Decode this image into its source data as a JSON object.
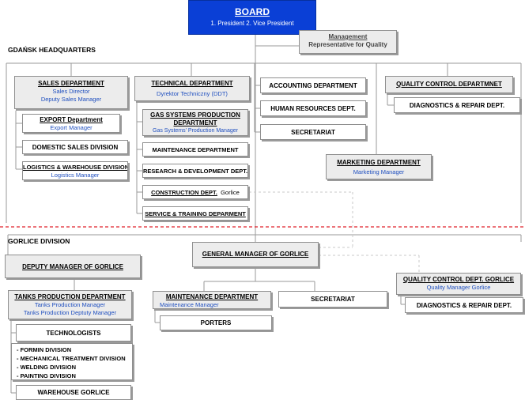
{
  "board": {
    "title": "BOARD",
    "members": "1. President    2. Vice President"
  },
  "management_rep": {
    "line1": "Management",
    "line2": "Representative for Quality"
  },
  "gdansk": {
    "heading": "GDAŃSK HEADQUARTERS",
    "sales": {
      "title": "SALES DEPARTMENT",
      "sub1": "Sales Director",
      "sub2": "Deputy Sales Manager"
    },
    "export": {
      "title": "EXPORT Department",
      "sub": "Export Manager"
    },
    "domestic": {
      "title": "DOMESTIC SALES DIVISION"
    },
    "logistics": {
      "title": "LOGISTICS & WAREHOUSE DIVISION",
      "sub": "Logistics Manager"
    },
    "technical": {
      "title": "TECHNICAL DEPARTMENT",
      "sub": "Dyrektor Techniczny (DDT)"
    },
    "gas": {
      "title1": "GAS SYSTEMS PRODUCTION",
      "title2": "DEPARTMENT",
      "sub": "Gas Systems' Production Manager"
    },
    "maintenance": {
      "title": "MAINTENANCE DEPARTMENT"
    },
    "research": {
      "title": "RESEARCH & DEVELOPMENT DEPT."
    },
    "construction": {
      "title": "CONSTRUCTION DEPT.",
      "suffix": "Gorlice"
    },
    "service": {
      "title": "SERVICE & TRAINING DEPARMENT"
    },
    "accounting": {
      "title": "ACCOUNTING DEPARTMENT"
    },
    "hr": {
      "title": "HUMAN RESOURCES DEPT."
    },
    "secretariat": {
      "title": "SECRETARIAT"
    },
    "quality": {
      "title": "QUALITY CONTROL DEPARTMNET"
    },
    "diagnostics": {
      "title": "DIAGNOSTICS & REPAIR DEPT."
    },
    "marketing": {
      "title": "MARKETING DEPARTMENT",
      "sub": "Marketing Manager"
    }
  },
  "gorlice": {
    "heading": "GORLICE DIVISION",
    "deputy": {
      "title": "DEPUTY MANAGER OF GORLICE"
    },
    "general": {
      "title": "GENERAL MANAGER OF GORLICE"
    },
    "tanks": {
      "title": "TANKS PRODUCTION DEPARTMENT",
      "sub1": "Tanks Production Manager",
      "sub2": "Tanks Production Deptuty Manager"
    },
    "technologists": {
      "title": "TECHNOLOGISTS"
    },
    "divisions": [
      "- FORMIN DIVISION",
      "- MECHANICAL TREATMENT DIVISION",
      "- WELDING DIVISION",
      "- PAINTING DIVISION"
    ],
    "warehouse": {
      "title": "WAREHOUSE GORLICE"
    },
    "maintenance": {
      "title": "MAINTENANCE DEPARTMENT",
      "sub": "Maintenance Manager"
    },
    "porters": {
      "title": "PORTERS"
    },
    "secretariat": {
      "title": "SECRETARIAT"
    },
    "quality": {
      "title": "QUALITY CONTROL DEPT. GORLICE",
      "sub": "Quality Manager Gorlice"
    },
    "diagnostics": {
      "title": "DIAGNOSTICS & REPAIR DEPT."
    }
  },
  "colors": {
    "board": "#0a3fd6",
    "subtitle": "#1f4fbf",
    "divider": "#e0202a",
    "line": "#9a9a9a"
  }
}
